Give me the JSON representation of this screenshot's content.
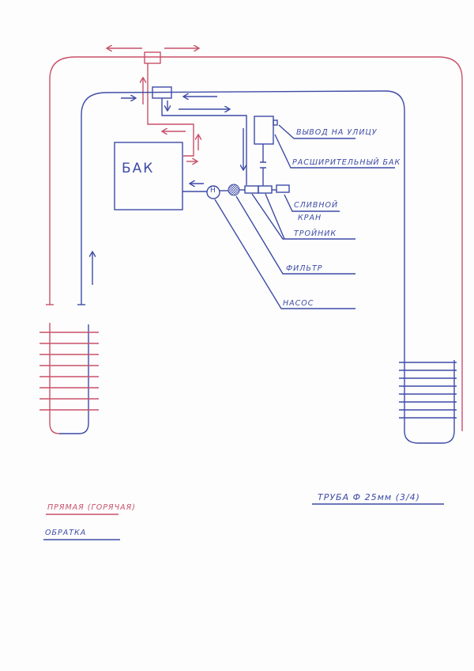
{
  "labels": {
    "tank": "БАК",
    "pump_symbol": "Н",
    "outlet": "ВЫВОД НА УЛИЦУ",
    "expansion_tank": "РАСШИРИТЕЛЬНЫЙ БАК",
    "drain_valve_1": "СЛИВНОЙ",
    "drain_valve_2": "КРАН",
    "tee": "ТРОЙНИК",
    "filter": "ФИЛЬТР",
    "pump": "НАСОС"
  },
  "legend": {
    "supply": "ПРЯМАЯ (ГОРЯЧАЯ)",
    "return": "ОБРАТКА",
    "pipe": "ТРУБА Ф 25мм (3/4)"
  },
  "colors": {
    "supply": "#c9506a",
    "return": "#3d4ba6"
  }
}
